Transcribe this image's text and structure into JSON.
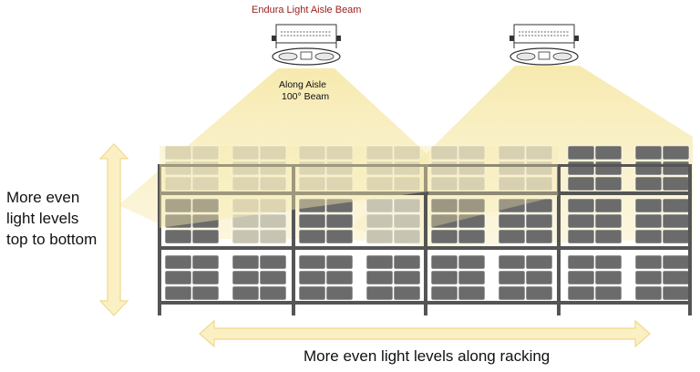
{
  "title": "Endura Light Aisle Beam",
  "beam_label": {
    "line1": "Along Aisle",
    "line2": "100° Beam"
  },
  "vertical_caption": {
    "line1": "More even",
    "line2": "light levels",
    "line3": "top to bottom"
  },
  "horizontal_caption": "More even light levels along racking",
  "colors": {
    "title": "#9b1c1c",
    "beam": "#f5e7a6",
    "arrow_fill": "#fbf0c4",
    "arrow_stroke": "#efd98c",
    "rack": "#555555",
    "box": "#6b6b6b",
    "box_lit": "#c8c4b2"
  },
  "rack": {
    "bays": 4,
    "levels": 3,
    "columns_per_bay": 2,
    "box_rows_per_level": 3,
    "box_cols_per_stack": 2
  },
  "fixtures": {
    "count": 2,
    "icon": "high-bay-light-fixture-icon"
  },
  "arrows": {
    "vertical": "double-headed-arrow-icon",
    "horizontal": "double-headed-arrow-icon"
  }
}
